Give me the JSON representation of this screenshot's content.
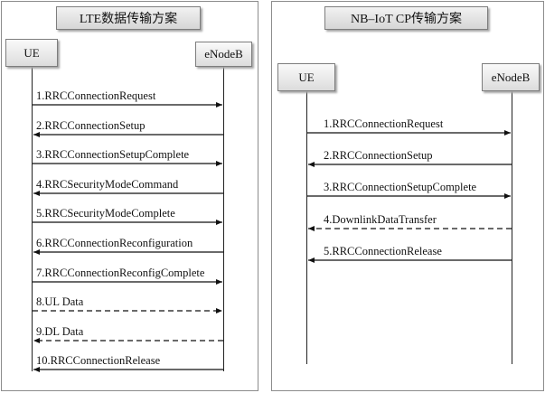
{
  "lte": {
    "title": "LTE数据传输方案",
    "ue": "UE",
    "enb": "eNodeB",
    "messages": [
      {
        "label": "1.RRCConnectionRequest",
        "dir": "right",
        "style": "solid"
      },
      {
        "label": "2.RRCConnectionSetup",
        "dir": "left",
        "style": "solid"
      },
      {
        "label": "3.RRCConnectionSetupComplete",
        "dir": "right",
        "style": "solid"
      },
      {
        "label": "4.RRCSecurityModeCommand",
        "dir": "left",
        "style": "solid"
      },
      {
        "label": "5.RRCSecurityModeComplete",
        "dir": "right",
        "style": "solid"
      },
      {
        "label": "6.RRCConnectionReconfiguration",
        "dir": "left",
        "style": "solid"
      },
      {
        "label": "7.RRCConnectionReconfigComplete",
        "dir": "right",
        "style": "solid"
      },
      {
        "label": "8.UL Data",
        "dir": "right",
        "style": "dashed"
      },
      {
        "label": "9.DL Data",
        "dir": "left",
        "style": "dashed"
      },
      {
        "label": "10.RRCConnectionRelease",
        "dir": "left",
        "style": "solid"
      }
    ]
  },
  "nbiot": {
    "title": "NB–IoT CP传输方案",
    "ue": "UE",
    "enb": "eNodeB",
    "messages": [
      {
        "label": "1.RRCConnectionRequest",
        "dir": "right",
        "style": "solid"
      },
      {
        "label": "2.RRCConnectionSetup",
        "dir": "left",
        "style": "solid"
      },
      {
        "label": "3.RRCConnectionSetupComplete",
        "dir": "right",
        "style": "solid"
      },
      {
        "label": "4.DownlinkDataTransfer",
        "dir": "left",
        "style": "dashed"
      },
      {
        "label": "5.RRCConnectionRelease",
        "dir": "left",
        "style": "solid"
      }
    ]
  }
}
